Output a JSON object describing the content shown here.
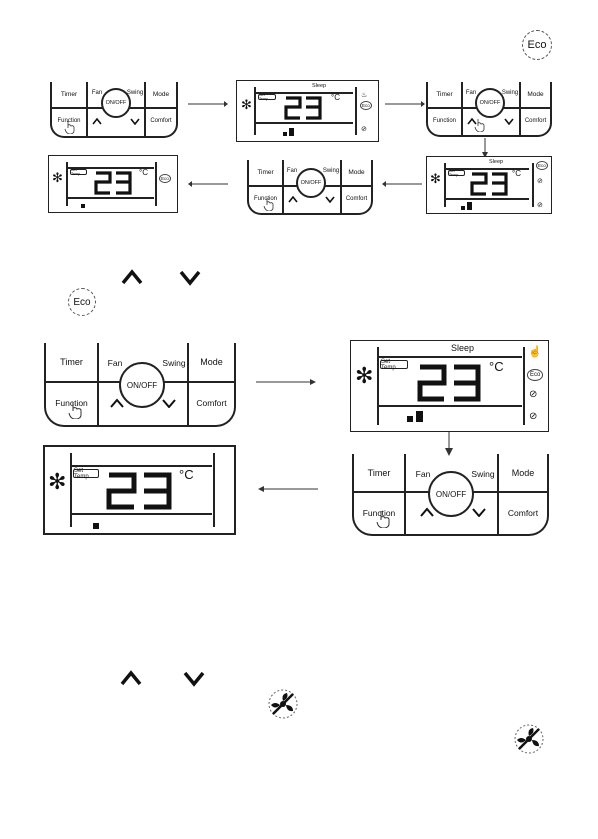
{
  "top_eco_icon": {
    "label": "Eco"
  },
  "keypad": {
    "timer": "Timer",
    "fan": "Fan",
    "swing": "Swing",
    "mode": "Mode",
    "function": "Function",
    "comfort": "Comfort",
    "onoff": "ON/OFF"
  },
  "lcd": {
    "set_temp": "Set Temp.",
    "temperature": "23",
    "unit": "°C",
    "sleep": "Sleep",
    "eco": "Eco"
  },
  "inline_eco": {
    "label": "Eco"
  }
}
